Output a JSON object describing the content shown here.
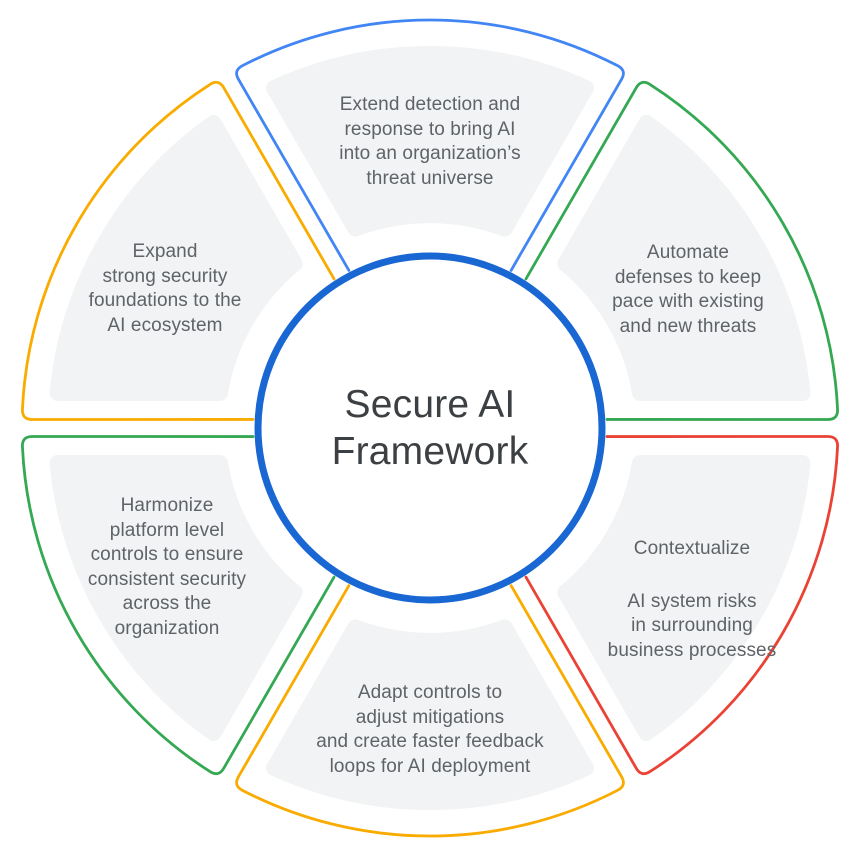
{
  "diagram_title": "Secure AI Framework",
  "center": {
    "title": "Secure AI\nFramework",
    "ring_color": "#1967D2",
    "text_color": "#3C4043"
  },
  "colors": {
    "segment_fill": "#F1F3F4",
    "segment_text": "#5F6368",
    "blue": "#4285F4",
    "green": "#34A853",
    "red": "#EA4335",
    "yellow": "#F9AB00"
  },
  "segments": [
    {
      "position": "top",
      "color": "#4285F4",
      "color_name": "blue",
      "text": "Extend detection and\nresponse to bring AI\ninto an organization’s\nthreat universe"
    },
    {
      "position": "top-right",
      "color": "#34A853",
      "color_name": "green",
      "text": "Automate\ndefenses to keep\npace with existing\nand new threats"
    },
    {
      "position": "bottom-right",
      "color": "#EA4335",
      "color_name": "red",
      "lead": "Contextualize",
      "text": "AI system risks\nin surrounding\nbusiness processes"
    },
    {
      "position": "bottom",
      "color": "#F9AB00",
      "color_name": "yellow",
      "text": "Adapt controls to\nadjust mitigations\nand create faster feedback\nloops for AI deployment"
    },
    {
      "position": "bottom-left",
      "color": "#34A853",
      "color_name": "green",
      "text": "Harmonize\nplatform level\ncontrols to ensure\nconsistent security\nacross the\norganization"
    },
    {
      "position": "top-left",
      "color": "#F9AB00",
      "color_name": "yellow",
      "text": "Expand\nstrong security\nfoundations to the\nAI ecosystem"
    }
  ]
}
